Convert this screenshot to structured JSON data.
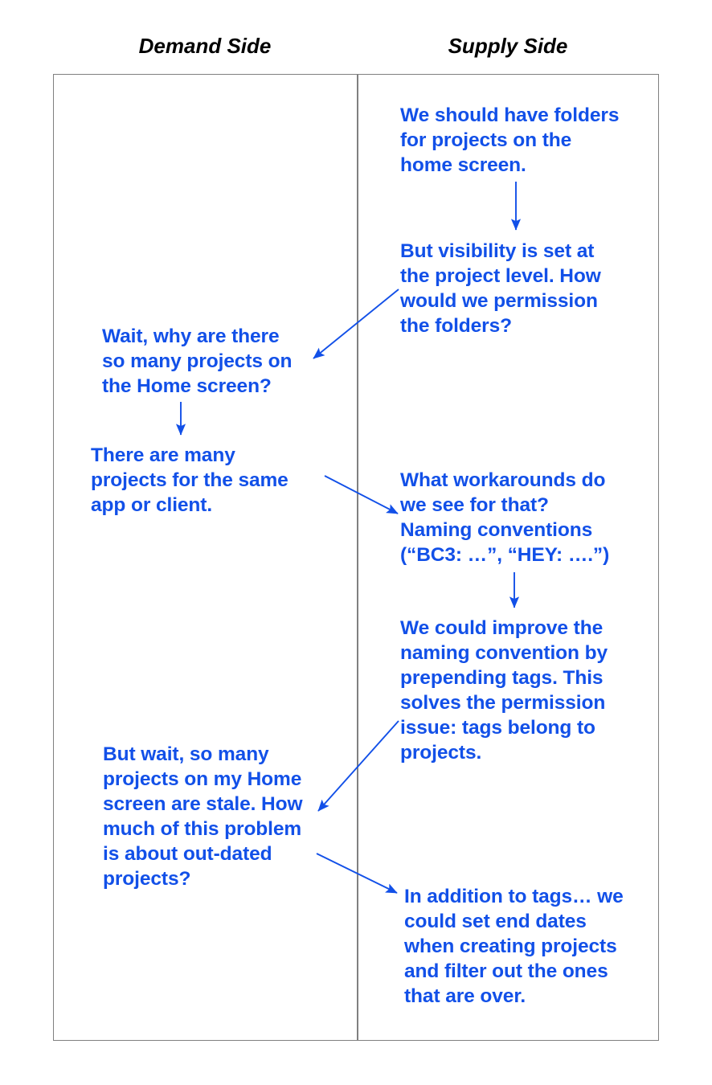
{
  "headers": {
    "demand": "Demand Side",
    "supply": "Supply Side"
  },
  "colors": {
    "text_blue": "#1250e8",
    "border_gray": "#808080",
    "header_black": "#000000",
    "background": "#ffffff"
  },
  "messages": [
    {
      "id": "m1",
      "side": "supply",
      "text": "We should have folders\nfor projects on the\nhome screen."
    },
    {
      "id": "m2",
      "side": "supply",
      "text": "But visibility is set at\nthe project level. How\nwould we permission\nthe folders?"
    },
    {
      "id": "m3",
      "side": "demand",
      "text": "Wait, why are there\nso many projects on\nthe Home screen?"
    },
    {
      "id": "m4",
      "side": "demand",
      "text": "There are many\nprojects for the same\napp or client."
    },
    {
      "id": "m5",
      "side": "supply",
      "text": "What workarounds do\nwe see for that?\nNaming conventions\n(“BC3: …”, “HEY: ….”)"
    },
    {
      "id": "m6",
      "side": "supply",
      "text": "We could improve the\nnaming convention by\nprepending tags. This\nsolves the permission\nissue: tags belong to\nprojects."
    },
    {
      "id": "m7",
      "side": "demand",
      "text": "But wait, so many\nprojects on my Home\nscreen are stale. How\nmuch of this problem\nis about out-dated\nprojects?"
    },
    {
      "id": "m8",
      "side": "supply",
      "text": "In addition to tags… we\ncould set end dates\nwhen creating projects\nand filter out the ones\nthat are over."
    }
  ],
  "arrows": [
    {
      "id": "a1",
      "from": "m1",
      "to": "m2",
      "kind": "vertical-down"
    },
    {
      "id": "a2",
      "from": "m2",
      "to": "m3",
      "kind": "diagonal-down-left"
    },
    {
      "id": "a3",
      "from": "m3",
      "to": "m4",
      "kind": "vertical-down"
    },
    {
      "id": "a4",
      "from": "m4",
      "to": "m5",
      "kind": "diagonal-down-right"
    },
    {
      "id": "a5",
      "from": "m5",
      "to": "m6",
      "kind": "vertical-down"
    },
    {
      "id": "a6",
      "from": "m6",
      "to": "m7",
      "kind": "diagonal-down-left"
    },
    {
      "id": "a7",
      "from": "m7",
      "to": "m8",
      "kind": "diagonal-down-right"
    }
  ]
}
